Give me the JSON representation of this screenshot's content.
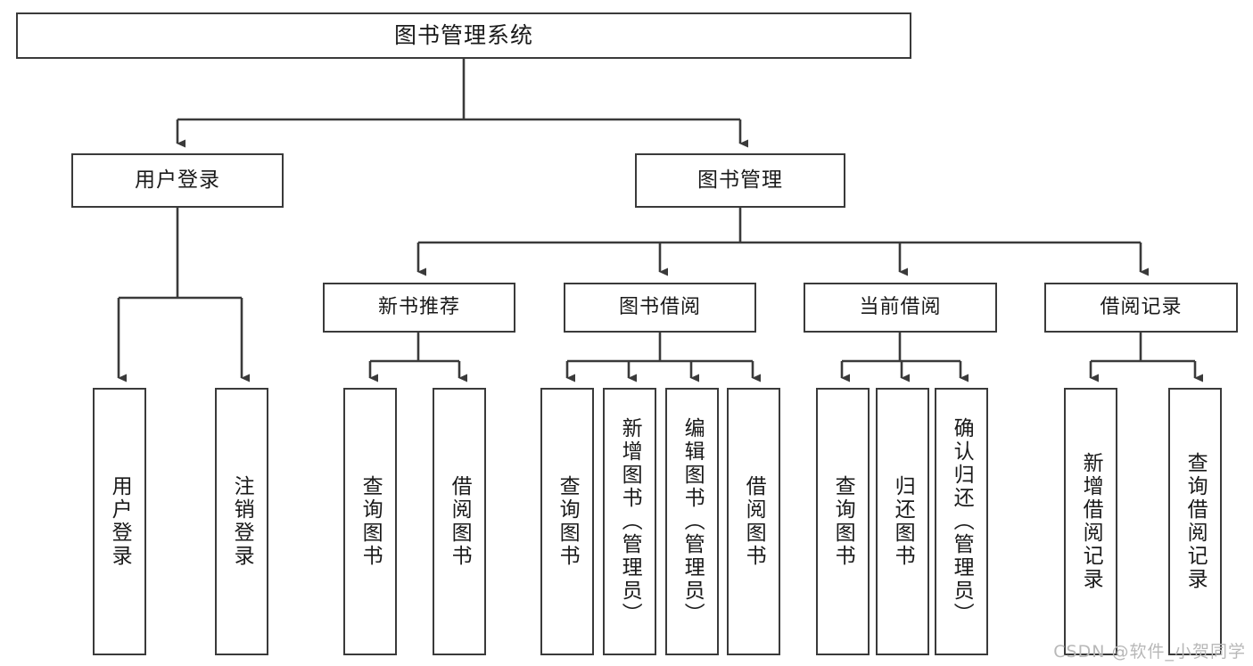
{
  "diagram": {
    "title": "图书管理系统",
    "type": "tree",
    "watermark": "CSDN @软件_小贺同学",
    "colors": {
      "border": "#3a3a3a",
      "text": "#1a1a1a",
      "background": "#ffffff",
      "watermark": "#b8b8b8"
    }
  },
  "root": {
    "label": "图书管理系统"
  },
  "level2": [
    {
      "label": "用户登录"
    },
    {
      "label": "图书管理"
    }
  ],
  "level3": [
    {
      "label": "新书推荐"
    },
    {
      "label": "图书借阅"
    },
    {
      "label": "当前借阅"
    },
    {
      "label": "借阅记录"
    }
  ],
  "leaves": {
    "user_login": [
      {
        "label": "用户登录"
      },
      {
        "label": "注销登录"
      }
    ],
    "new_book": [
      {
        "label": "查询图书"
      },
      {
        "label": "借阅图书"
      }
    ],
    "borrow_book": [
      {
        "label": "查询图书"
      },
      {
        "label": "新增图书（管理员）"
      },
      {
        "label": "编辑图书（管理员）"
      },
      {
        "label": "借阅图书"
      }
    ],
    "current_borrow": [
      {
        "label": "查询图书"
      },
      {
        "label": "归还图书"
      },
      {
        "label": "确认归还（管理员）"
      }
    ],
    "borrow_record": [
      {
        "label": "新增借阅记录"
      },
      {
        "label": "查询借阅记录"
      }
    ]
  }
}
